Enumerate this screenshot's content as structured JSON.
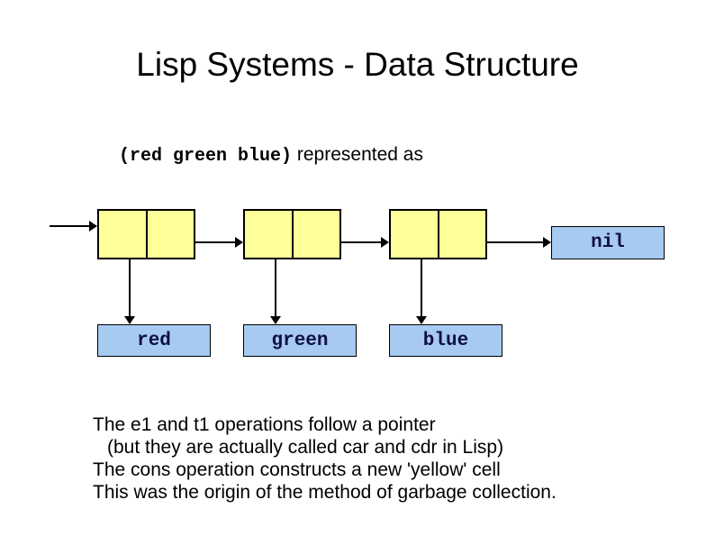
{
  "slide": {
    "title": "Lisp Systems - Data Structure",
    "expression": {
      "code": "(red green blue)",
      "suffix": " represented as"
    },
    "diagram": {
      "cell_count": 3,
      "values": [
        "red",
        "green",
        "blue"
      ],
      "nil_label": "nil",
      "colors": {
        "cell_fill": "#FFFF99",
        "box_fill": "#A6CAF0",
        "box_text": "#101040",
        "line": "#000000",
        "background": "#FFFFFF"
      }
    },
    "notes": [
      "The e1 and t1 operations follow a pointer",
      "(but they are actually called car and cdr in Lisp)",
      "The cons operation constructs a new 'yellow' cell",
      "This was the origin of the method of garbage collection."
    ]
  }
}
